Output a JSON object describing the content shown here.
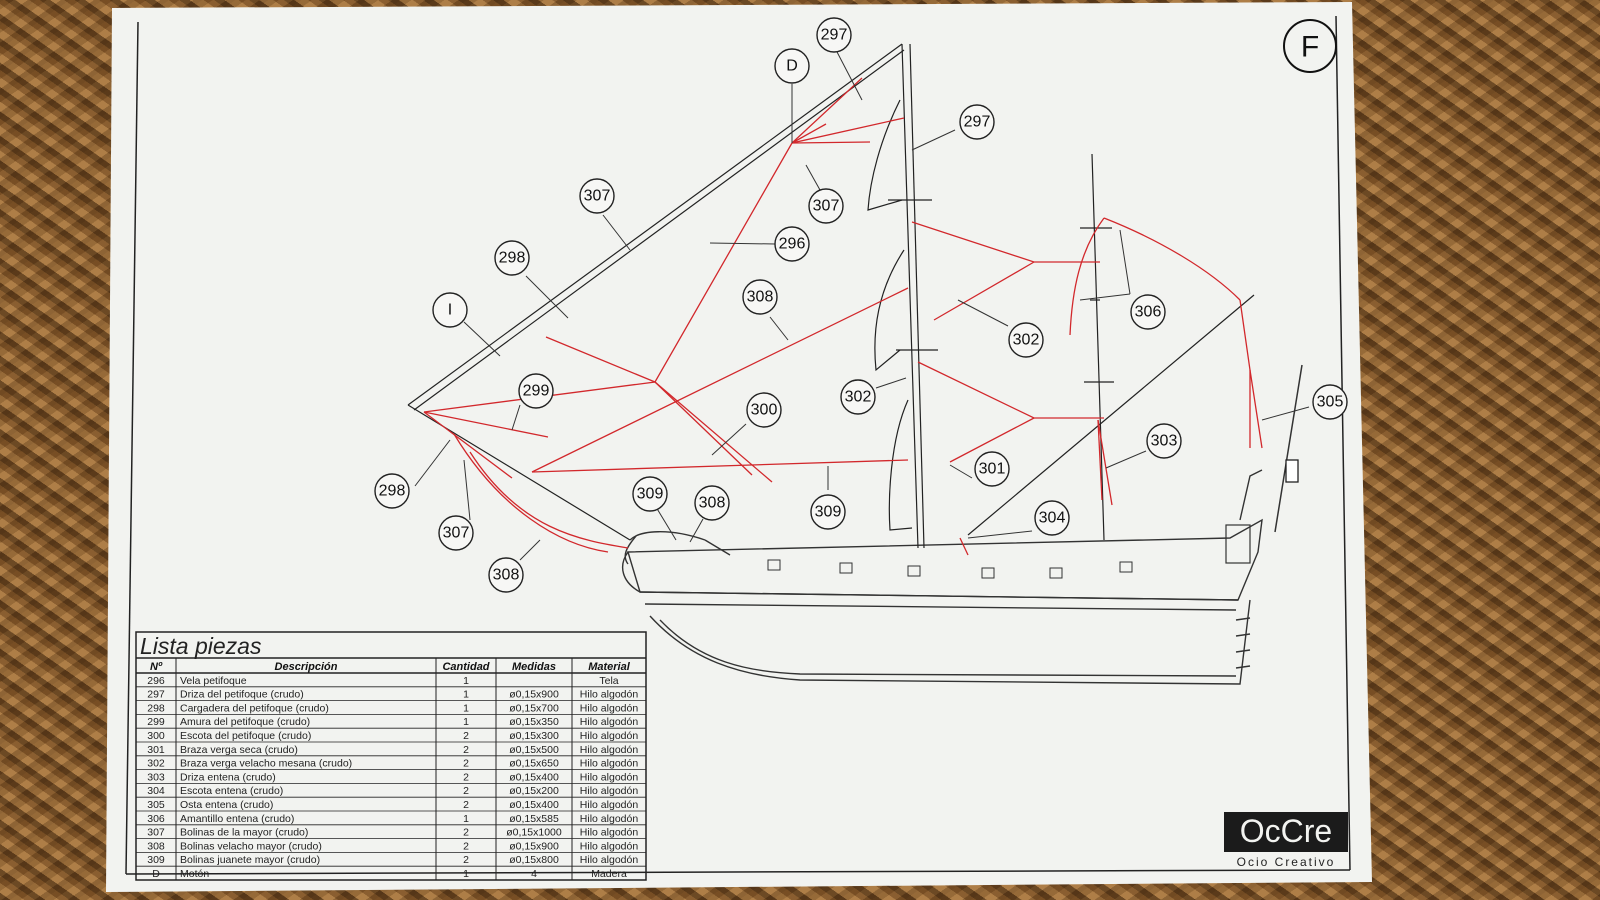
{
  "sheet": {
    "page_letter": "F",
    "brand_name": "OcCre",
    "brand_tagline": "Ocio Creativo"
  },
  "parts_table": {
    "title": "Lista piezas",
    "headers": [
      "Nº",
      "Descripción",
      "Cantidad",
      "Medidas",
      "Material"
    ],
    "rows": [
      [
        "296",
        "Vela petifoque",
        "1",
        "",
        "Tela"
      ],
      [
        "297",
        "Driza del petifoque (crudo)",
        "1",
        "ø0,15x900",
        "Hilo algodón"
      ],
      [
        "298",
        "Cargadera del petifoque (crudo)",
        "1",
        "ø0,15x700",
        "Hilo algodón"
      ],
      [
        "299",
        "Amura del petifoque (crudo)",
        "1",
        "ø0,15x350",
        "Hilo algodón"
      ],
      [
        "300",
        "Escota del petifoque (crudo)",
        "2",
        "ø0,15x300",
        "Hilo algodón"
      ],
      [
        "301",
        "Braza verga seca (crudo)",
        "2",
        "ø0,15x500",
        "Hilo algodón"
      ],
      [
        "302",
        "Braza verga velacho mesana (crudo)",
        "2",
        "ø0,15x650",
        "Hilo algodón"
      ],
      [
        "303",
        "Driza entena (crudo)",
        "2",
        "ø0,15x400",
        "Hilo algodón"
      ],
      [
        "304",
        "Escota entena (crudo)",
        "2",
        "ø0,15x200",
        "Hilo algodón"
      ],
      [
        "305",
        "Osta entena (crudo)",
        "2",
        "ø0,15x400",
        "Hilo algodón"
      ],
      [
        "306",
        "Amantillo entena (crudo)",
        "1",
        "ø0,15x585",
        "Hilo algodón"
      ],
      [
        "307",
        "Bolinas de la mayor (crudo)",
        "2",
        "ø0,15x1000",
        "Hilo algodón"
      ],
      [
        "308",
        "Bolinas velacho mayor (crudo)",
        "2",
        "ø0,15x900",
        "Hilo algodón"
      ],
      [
        "309",
        "Bolinas juanete mayor (crudo)",
        "2",
        "ø0,15x800",
        "Hilo algodón"
      ],
      [
        "D",
        "Motón",
        "1",
        "4",
        "Madera"
      ]
    ]
  },
  "callouts": [
    "297",
    "D",
    "297",
    "307",
    "307",
    "296",
    "298",
    "I",
    "308",
    "302",
    "306",
    "299",
    "300",
    "302",
    "305",
    "303",
    "301",
    "298",
    "309",
    "308",
    "309",
    "304",
    "307",
    "308"
  ],
  "colors": {
    "paper": "#f2f3f0",
    "rigging_red": "#d2282c",
    "ink": "#222222",
    "wicker": "#9a6d3a"
  }
}
